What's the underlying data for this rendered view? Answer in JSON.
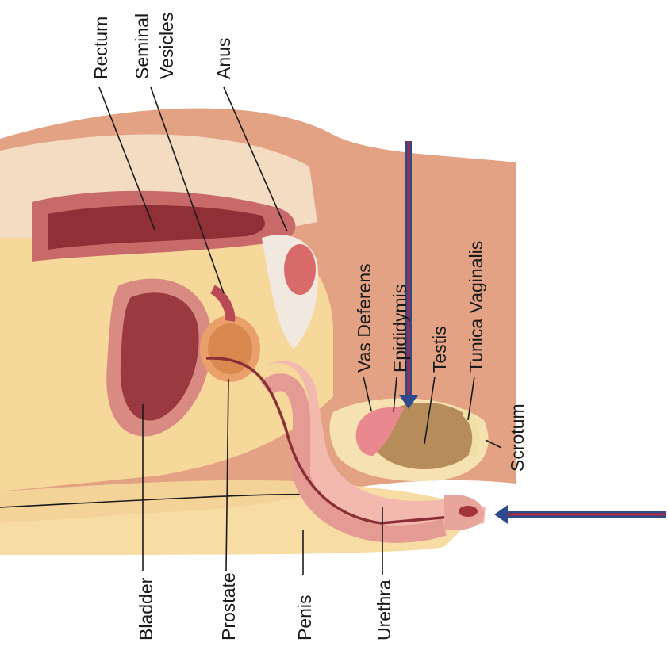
{
  "labels": {
    "rectum": "Rectum",
    "seminal_line1": "Seminal",
    "seminal_line2": "Vesicles",
    "anus": "Anus",
    "vas_deferens": "Vas Deferens",
    "epididymis": "Epididymis",
    "testis": "Testis",
    "tunica_vaginalis": "Tunica Vaginalis",
    "scrotum": "Scrotum",
    "bladder": "Bladder",
    "prostate": "Prostate",
    "penis": "Penis",
    "urethra": "Urethra"
  },
  "colors": {
    "skin": "#c98a6e",
    "skin_light": "#f0c7ad",
    "fat": "#f2d48c",
    "muscle": "#b5505a",
    "muscle_light": "#e6a1a0",
    "testis": "#b9905f",
    "arrow_blue": "#2c4a8c",
    "arrow_red": "#b3263a"
  }
}
